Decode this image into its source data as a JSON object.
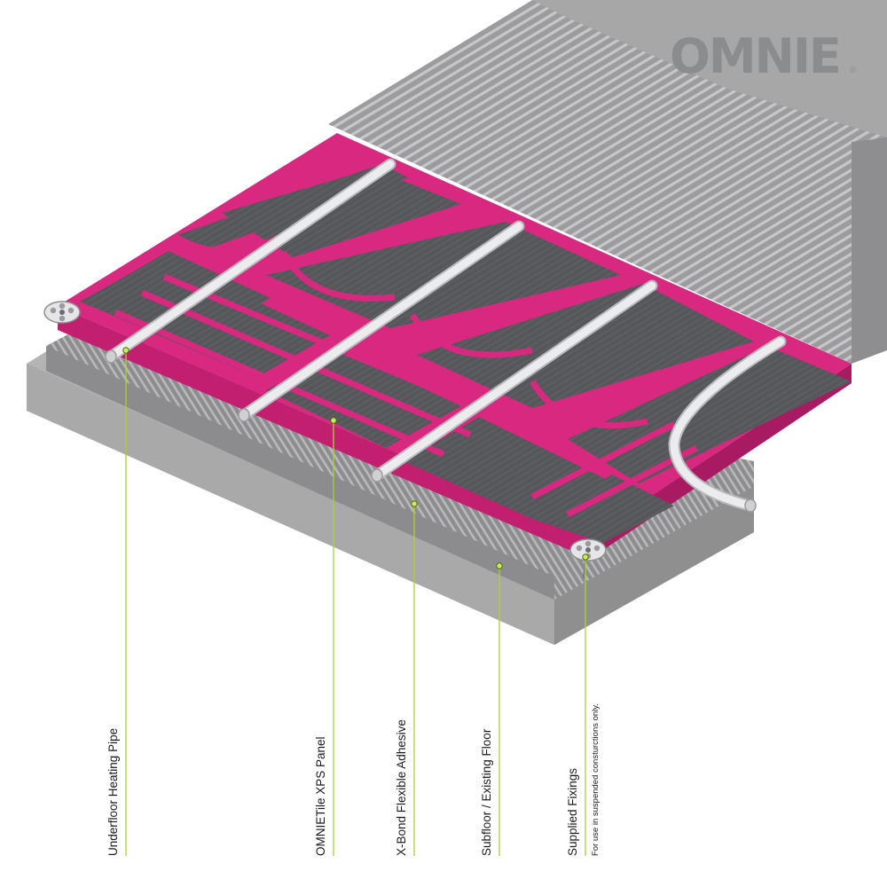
{
  "brand": {
    "name": "OMNIE",
    "registered_mark": "®"
  },
  "colors": {
    "panel_pink": "#d8287f",
    "board_top": "#55565a",
    "tile": "#9e9ea0",
    "tile_stripe": "#c8c8c8",
    "concrete": "#a6a6a6",
    "leader_line": "#a8d13a",
    "pipe": "#e4e4e6"
  },
  "callouts": [
    {
      "id": "pipe",
      "label": "Underfloor Heating Pipe",
      "note": ""
    },
    {
      "id": "panel",
      "label": "OMNIETile XPS Panel",
      "note": ""
    },
    {
      "id": "adhesive",
      "label": "X-Bond Flexible Adhesive",
      "note": ""
    },
    {
      "id": "subfloor",
      "label": "Subfloor / Existing Floor",
      "note": ""
    },
    {
      "id": "fixings",
      "label": "Supplied Fixings",
      "note": "For use in suspended consturctions only."
    }
  ]
}
